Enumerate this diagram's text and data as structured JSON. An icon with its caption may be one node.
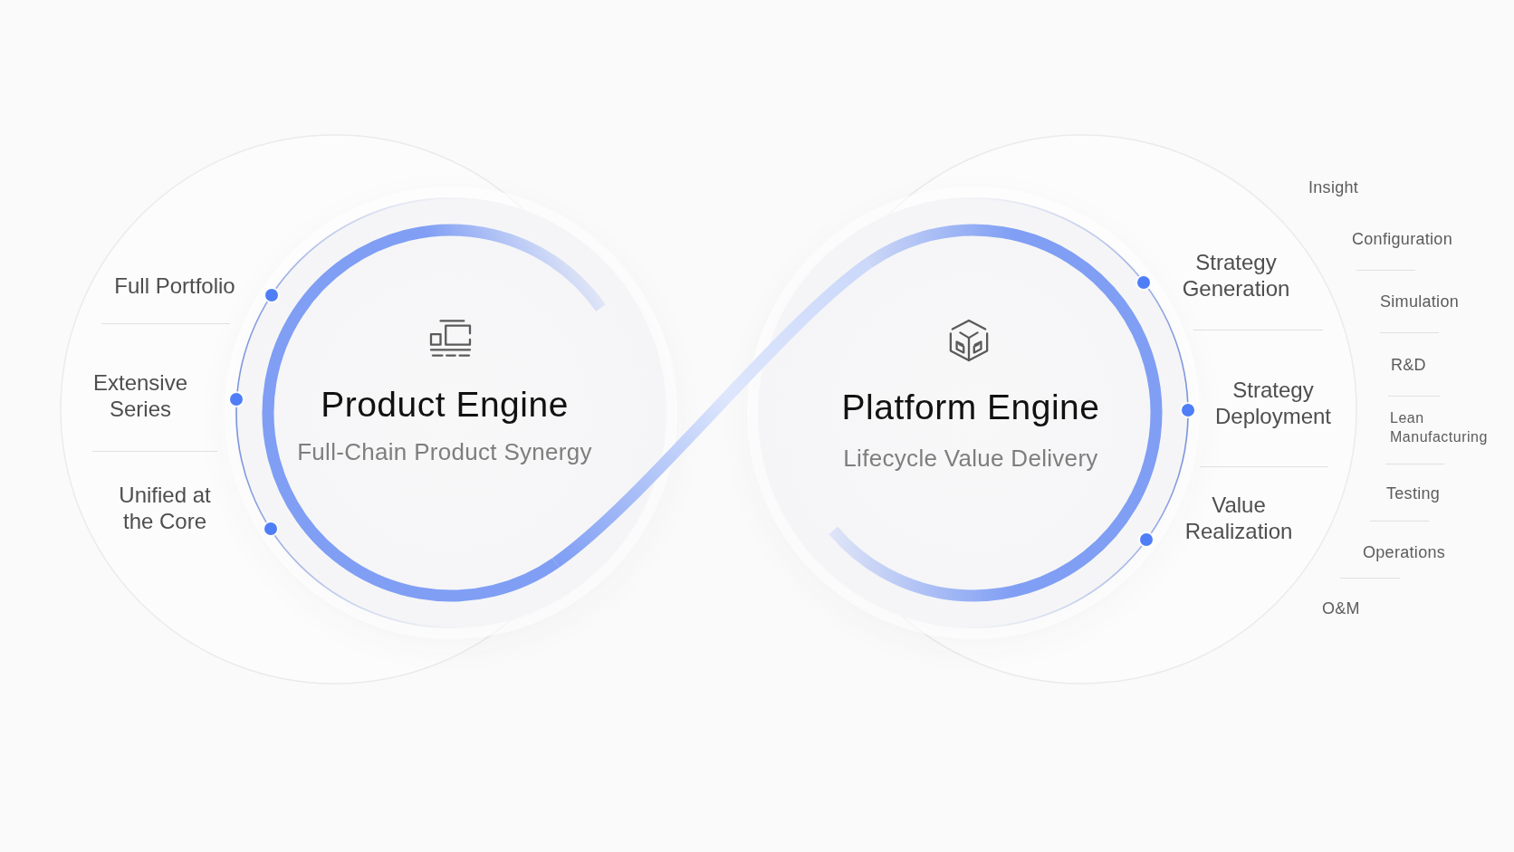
{
  "diagram": {
    "nodes": [
      {
        "text": [
          "Product Engine",
          "Full-Chain Product Synergy"
        ],
        "beside": [
          "Full Portfolio",
          "Extensive Series",
          "Unified at the Core"
        ]
      },
      {
        "text": [
          "Platform Engine",
          "Lifecycle Value Delivery"
        ],
        "beside": [
          "Strategy Generation",
          "Strategy Deployment",
          "Value Realization"
        ]
      }
    ],
    "edges": [
      {
        "from": 0,
        "to": 1,
        "arrow": "none"
      }
    ],
    "labels": [
      "Insight",
      "Configuration",
      "Simulation",
      "R&D",
      "Lean Manufacturing",
      "Testing",
      "Operations",
      "O&M"
    ]
  }
}
